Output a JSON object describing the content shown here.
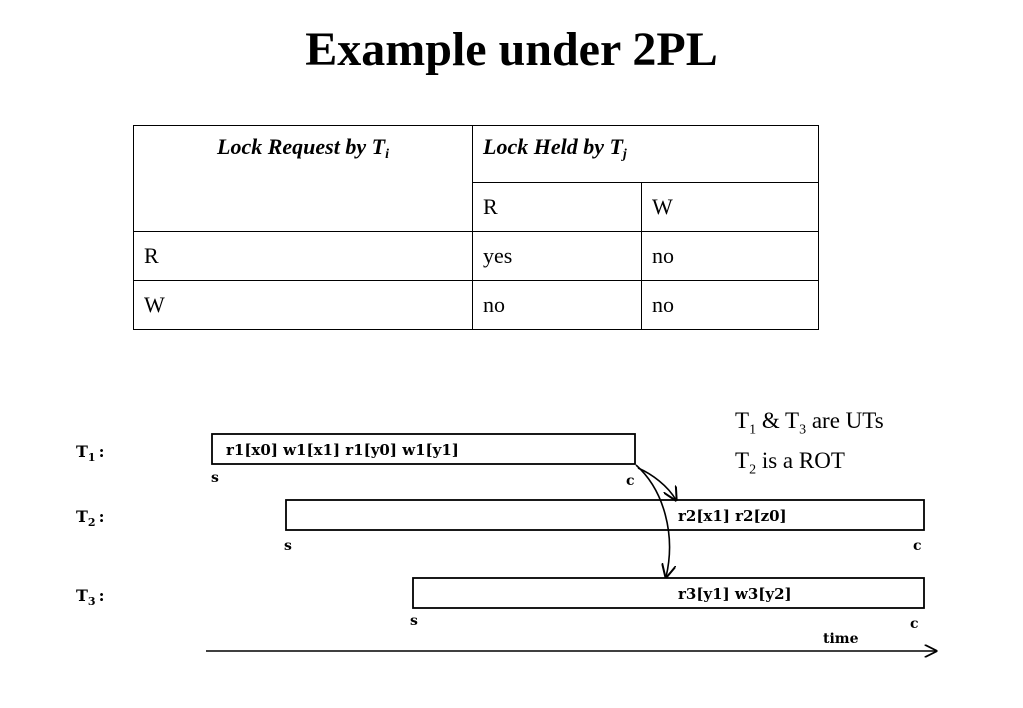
{
  "title": "Example under 2PL",
  "table": {
    "col_request": "Lock Request by T",
    "col_request_sub": "i",
    "col_held": "Lock Held by T",
    "col_held_sub": "j",
    "held_modes": [
      "R",
      "W"
    ],
    "rows": [
      {
        "request": "R",
        "values": [
          "yes",
          "no"
        ]
      },
      {
        "request": "W",
        "values": [
          "no",
          "no"
        ]
      }
    ]
  },
  "notes": {
    "line1": {
      "t_a": "T",
      "sub_a": "1",
      "amp": " & T",
      "sub_b": "3",
      "rest": " are UTs"
    },
    "line2": {
      "t": "T",
      "sub": "2",
      "rest": "  is a ROT"
    }
  },
  "timeline": {
    "transactions": [
      {
        "label": "T",
        "sub": "1",
        "ops": "r1[x0] w1[x1] r1[y0] w1[y1]",
        "start": "s",
        "commit": "c"
      },
      {
        "label": "T",
        "sub": "2",
        "ops": "r2[x1] r2[z0]",
        "start": "s",
        "commit": "c"
      },
      {
        "label": "T",
        "sub": "3",
        "ops": "r3[y1] w3[y2]",
        "start": "s",
        "commit": "c"
      }
    ],
    "axis_label": "time"
  }
}
